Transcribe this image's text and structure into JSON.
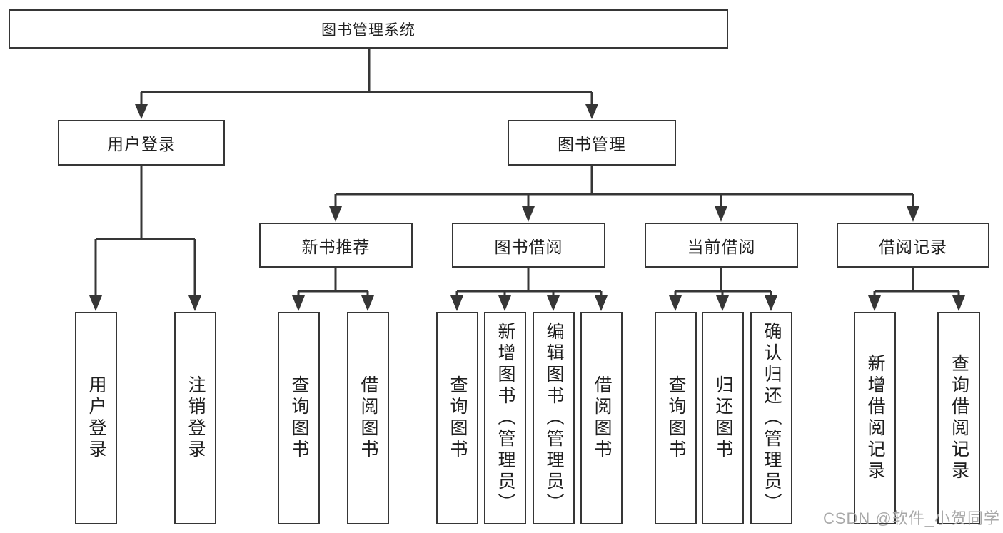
{
  "tree": {
    "label": "图书管理系统",
    "children": [
      {
        "label": "用户登录",
        "children": [
          {
            "label": "用户登录"
          },
          {
            "label": "注销登录"
          }
        ]
      },
      {
        "label": "图书管理",
        "children": [
          {
            "label": "新书推荐",
            "children": [
              {
                "label": "查询图书"
              },
              {
                "label": "借阅图书"
              }
            ]
          },
          {
            "label": "图书借阅",
            "children": [
              {
                "label": "查询图书"
              },
              {
                "label": "新增图书（管理员）"
              },
              {
                "label": "编辑图书（管理员）"
              },
              {
                "label": "借阅图书"
              }
            ]
          },
          {
            "label": "当前借阅",
            "children": [
              {
                "label": "查询图书"
              },
              {
                "label": "归还图书"
              },
              {
                "label": "确认归还（管理员）"
              }
            ]
          },
          {
            "label": "借阅记录",
            "children": [
              {
                "label": "新增借阅记录"
              },
              {
                "label": "查询借阅记录"
              }
            ]
          }
        ]
      }
    ]
  },
  "watermark": {
    "text": "CSDN @软件_小贺同学"
  },
  "colors": {
    "line": "#363636",
    "text": "#1f1f1f",
    "background": "#ffffff",
    "watermark": "#a9a9a9"
  }
}
